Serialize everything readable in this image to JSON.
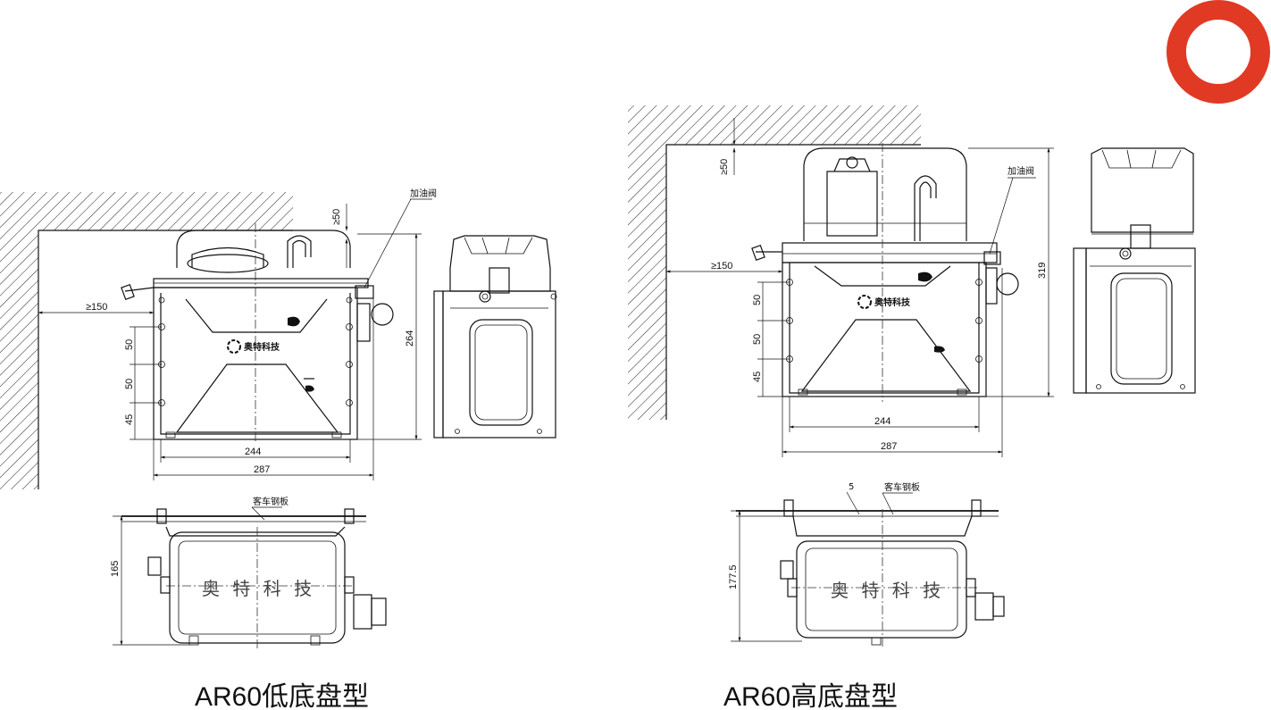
{
  "brand": {
    "mark_color": "#e03a25"
  },
  "low_model": {
    "caption": "AR60低底盘型",
    "valve_label": "加油阀",
    "clearance_top": "≥50",
    "clearance_side": "≥150",
    "height": "264",
    "pitch_1": "50",
    "pitch_2": "50",
    "pitch_3": "45",
    "width_inner": "244",
    "width_outer": "287",
    "logo_text": "奥特科技",
    "bottom_view": {
      "plate_label": "客车钢板",
      "height": "165",
      "emboss_text": "奥 特 科 技"
    }
  },
  "high_model": {
    "caption": "AR60高底盘型",
    "valve_label": "加油阀",
    "clearance_top": "≥50",
    "clearance_side": "≥150",
    "height": "319",
    "pitch_1": "50",
    "pitch_2": "50",
    "pitch_3": "45",
    "width_inner": "244",
    "width_outer": "287",
    "logo_text": "奥特科技",
    "bottom_view": {
      "plate_label": "客车钢板",
      "plate_thickness": "5",
      "height": "177.5",
      "emboss_text": "奥 特 科 技"
    }
  }
}
